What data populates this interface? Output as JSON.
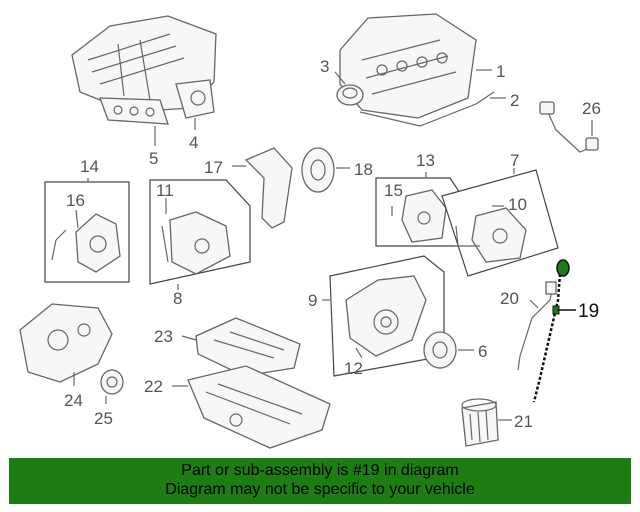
{
  "callouts": {
    "c1": "1",
    "c2": "2",
    "c3": "3",
    "c4": "4",
    "c5": "5",
    "c6": "6",
    "c7": "7",
    "c8": "8",
    "c9": "9",
    "c10": "10",
    "c11": "11",
    "c12": "12",
    "c13": "13",
    "c14": "14",
    "c15": "15",
    "c16": "16",
    "c17": "17",
    "c18": "18",
    "c19": "19",
    "c20": "20",
    "c21": "21",
    "c22": "22",
    "c23": "23",
    "c24": "24",
    "c25": "25",
    "c26": "26"
  },
  "highlight": {
    "part_number": "19",
    "color": "#1d7d12"
  },
  "banner": {
    "line1": "Part or sub-assembly is #19 in diagram",
    "line2": "Diagram may not be specific to your vehicle",
    "background": "#1d7d12"
  }
}
